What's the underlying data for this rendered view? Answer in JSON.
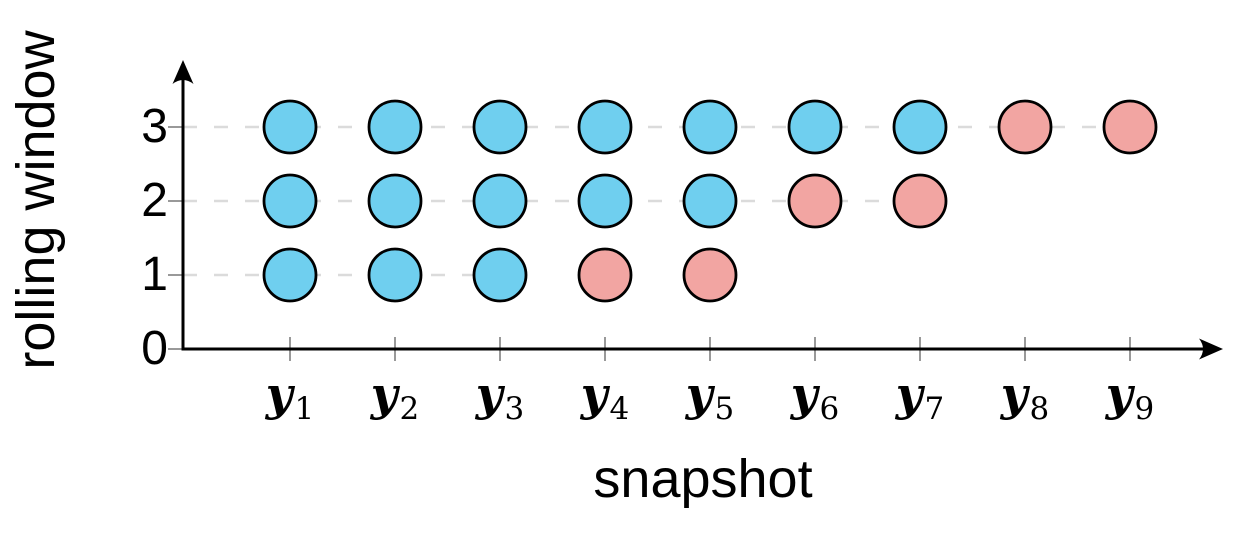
{
  "chart_data": {
    "type": "scatter",
    "title": "",
    "xlabel": "snapshot",
    "ylabel": "rolling window",
    "y_ticks": [
      "0",
      "1",
      "2",
      "3"
    ],
    "ylim": [
      0,
      3.5
    ],
    "x_categories": [
      {
        "base": "y",
        "sub": "1"
      },
      {
        "base": "y",
        "sub": "2"
      },
      {
        "base": "y",
        "sub": "3"
      },
      {
        "base": "y",
        "sub": "4"
      },
      {
        "base": "y",
        "sub": "5"
      },
      {
        "base": "y",
        "sub": "6"
      },
      {
        "base": "y",
        "sub": "7"
      },
      {
        "base": "y",
        "sub": "8"
      },
      {
        "base": "y",
        "sub": "9"
      }
    ],
    "grid": "dashed horizontal gridlines at y=1,2,3, drawn from axis to last point of each row",
    "legend": "none",
    "colors": {
      "blue": "#6FCFEF",
      "pink": "#F2A5A2",
      "circle_stroke": "#000000",
      "axis": "#000000",
      "tick_gray": "#999999",
      "grid_gray": "#DBDBDB"
    },
    "series": [
      {
        "name": "blue-circles",
        "color_key": "blue",
        "points": [
          [
            1,
            1
          ],
          [
            2,
            1
          ],
          [
            3,
            1
          ],
          [
            1,
            2
          ],
          [
            2,
            2
          ],
          [
            3,
            2
          ],
          [
            4,
            2
          ],
          [
            5,
            2
          ],
          [
            1,
            3
          ],
          [
            2,
            3
          ],
          [
            3,
            3
          ],
          [
            4,
            3
          ],
          [
            5,
            3
          ],
          [
            6,
            3
          ],
          [
            7,
            3
          ]
        ]
      },
      {
        "name": "pink-circles",
        "color_key": "pink",
        "points": [
          [
            4,
            1
          ],
          [
            5,
            1
          ],
          [
            6,
            2
          ],
          [
            7,
            2
          ],
          [
            8,
            3
          ],
          [
            9,
            3
          ]
        ]
      }
    ],
    "gridlines": [
      {
        "y": 1,
        "x_end": 3
      },
      {
        "y": 2,
        "x_end": 7
      },
      {
        "y": 3,
        "x_end": 9
      }
    ]
  }
}
